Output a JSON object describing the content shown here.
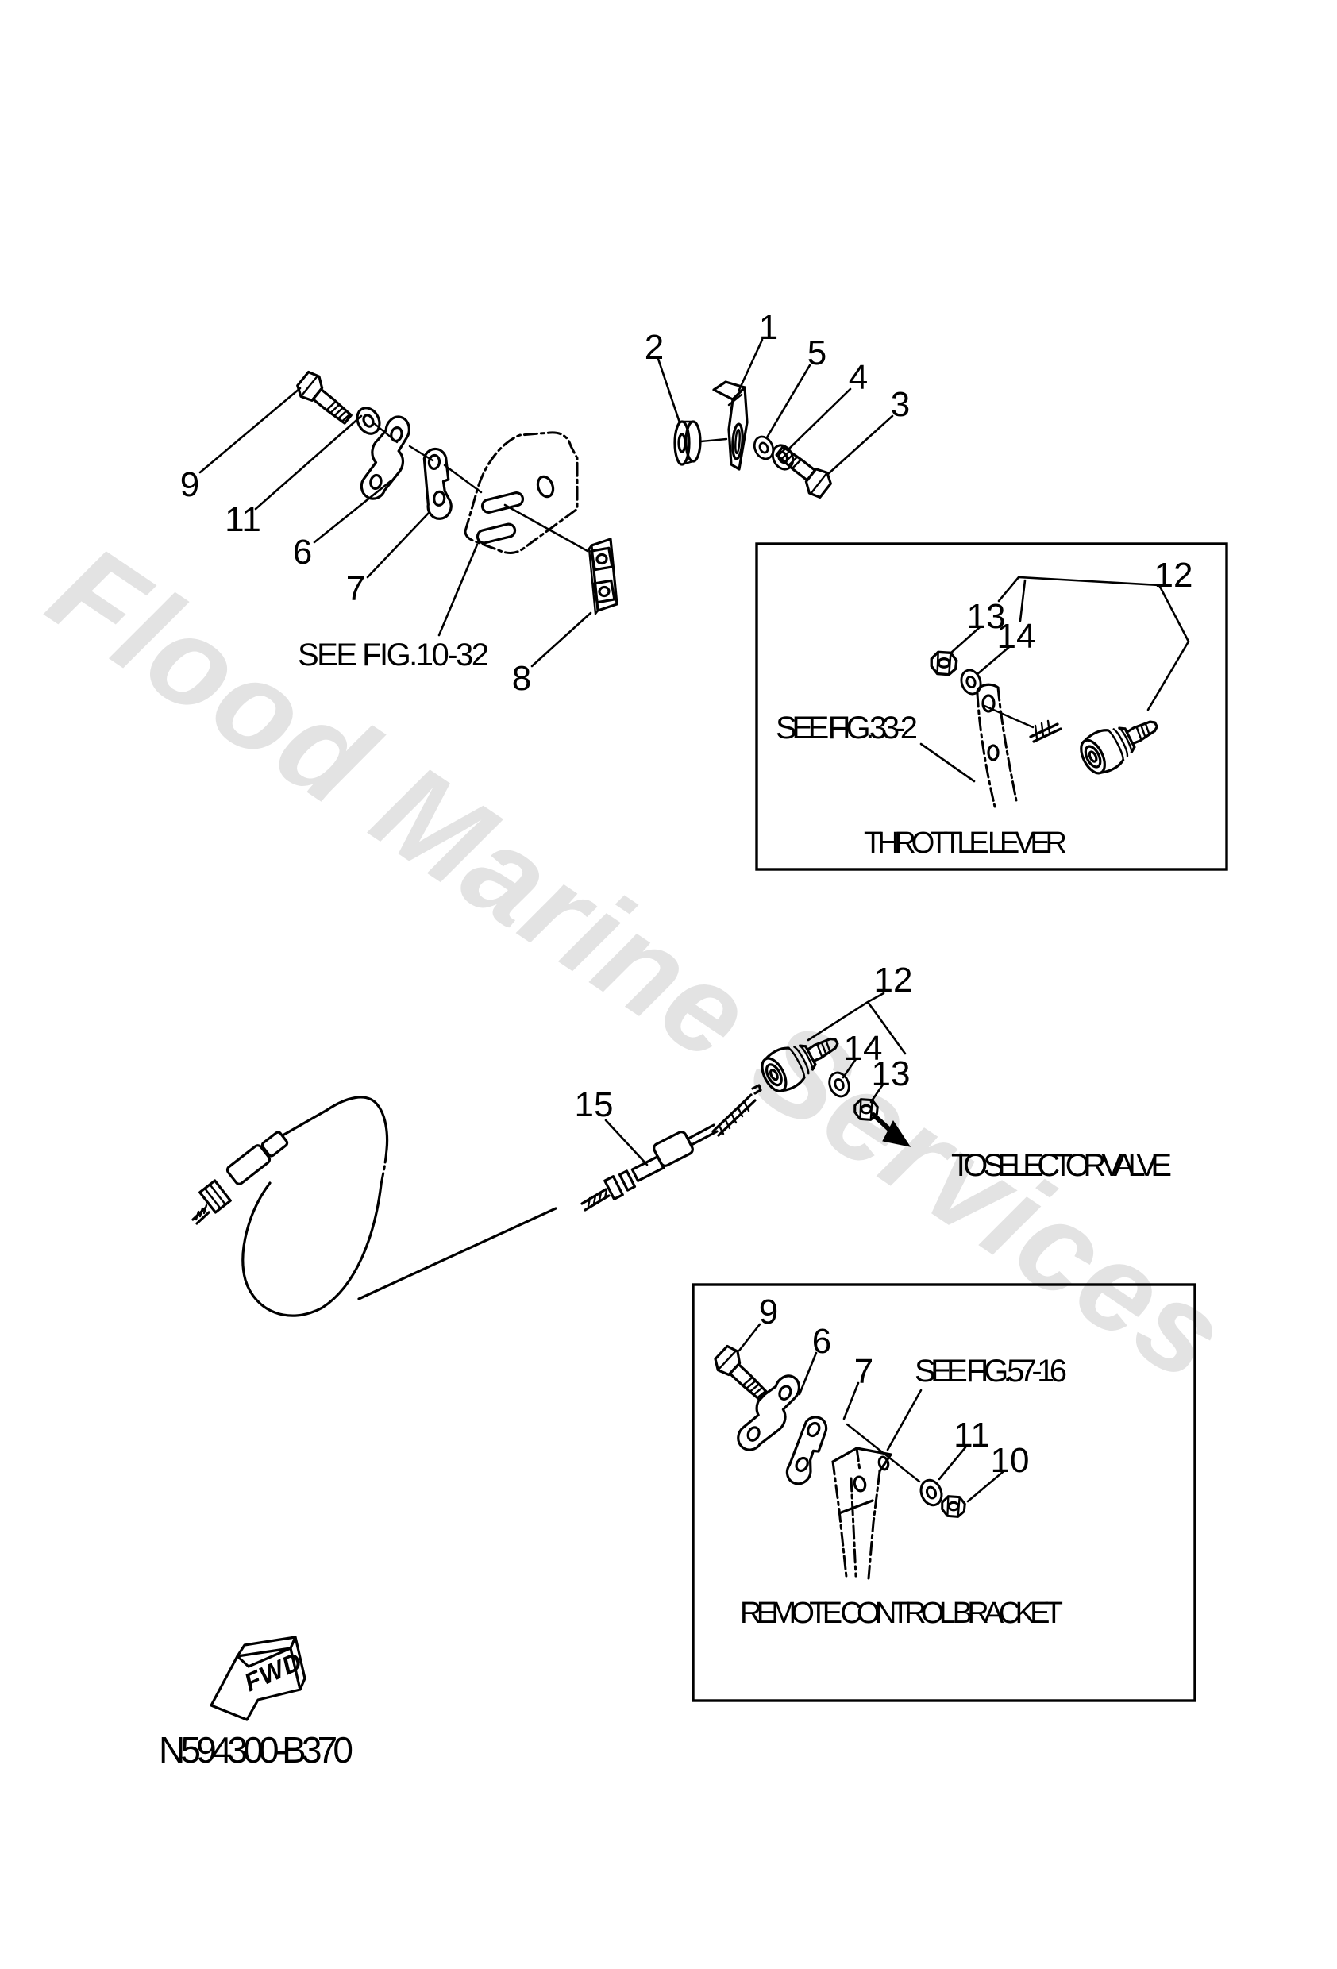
{
  "page": {
    "watermark": "Flood Marine Services",
    "drawing_code": "N594300-B370"
  },
  "colors": {
    "line": "#000000",
    "watermark": "#e3e3e3",
    "background": "#ffffff"
  },
  "labels": {
    "p1": "1",
    "p2": "2",
    "p3": "3",
    "p4": "4",
    "p5": "5",
    "p6": "6",
    "p7": "7",
    "p8": "8",
    "p9": "9",
    "p10": "10",
    "p11": "11",
    "p12": "12",
    "p13": "13",
    "p14": "14",
    "p15": "15"
  },
  "notes": {
    "fig_10_32": "SEE FIG.10-32",
    "fig_33_2": "SEE FIG.33-2",
    "fig_57_16": "SEE FIG.57-16",
    "to_selector_valve": "TO SELECTOR VALVE"
  },
  "insets": {
    "throttle_lever": {
      "caption": "THROTTLE LEVER"
    },
    "remote_control_bracket": {
      "caption": "REMOTE CONTROL BRACKET"
    }
  },
  "direction_indicator": {
    "label": "FWD"
  }
}
